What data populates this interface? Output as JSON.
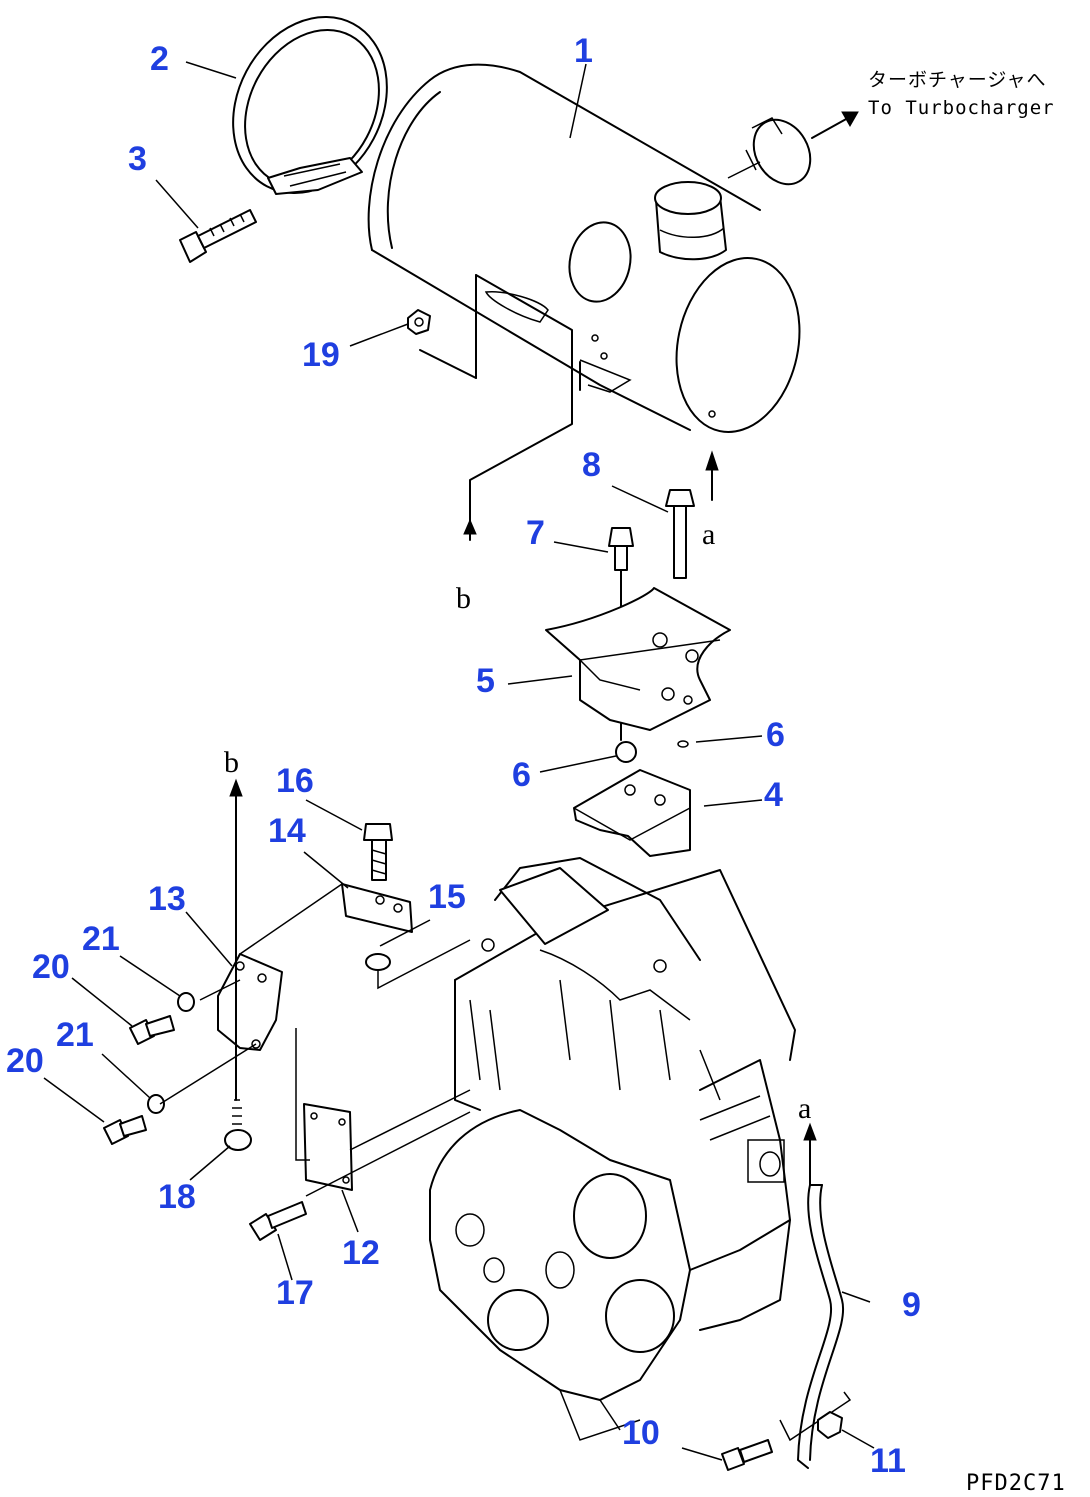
{
  "callouts": {
    "c1": "1",
    "c2": "2",
    "c3": "3",
    "c4": "4",
    "c5": "5",
    "c6a": "6",
    "c6b": "6",
    "c7": "7",
    "c8": "8",
    "c9": "9",
    "c10": "10",
    "c11": "11",
    "c12": "12",
    "c13": "13",
    "c14": "14",
    "c15": "15",
    "c16": "16",
    "c17": "17",
    "c18": "18",
    "c19": "19",
    "c20a": "20",
    "c20b": "20",
    "c21a": "21",
    "c21b": "21"
  },
  "notes": {
    "turbo_jp": "ターボチャージャへ",
    "turbo_en": "To Turbocharger"
  },
  "connectors": {
    "a_top": "a",
    "a_bottom": "a",
    "b_top": "b",
    "b_left": "b"
  },
  "drawing_code": "PFD2C71",
  "colors": {
    "callout": "#1f3fe0",
    "line": "#000000",
    "background": "#ffffff"
  }
}
